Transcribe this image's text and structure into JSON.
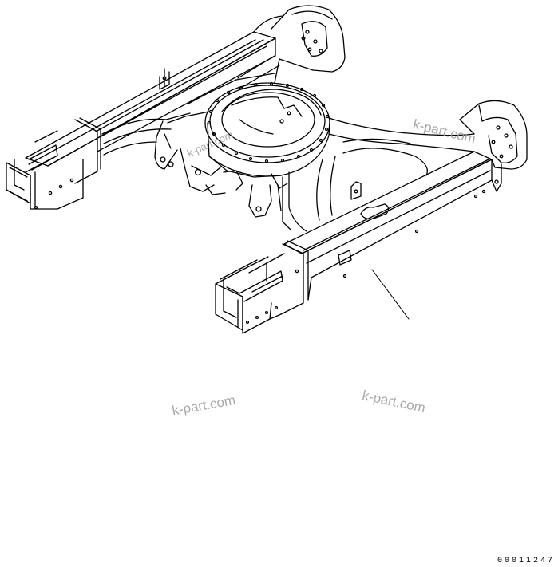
{
  "watermarks": [
    "k-part.com",
    "k-part.com",
    "k-part.com",
    "k-part.com"
  ],
  "drawing_code": "00011247"
}
